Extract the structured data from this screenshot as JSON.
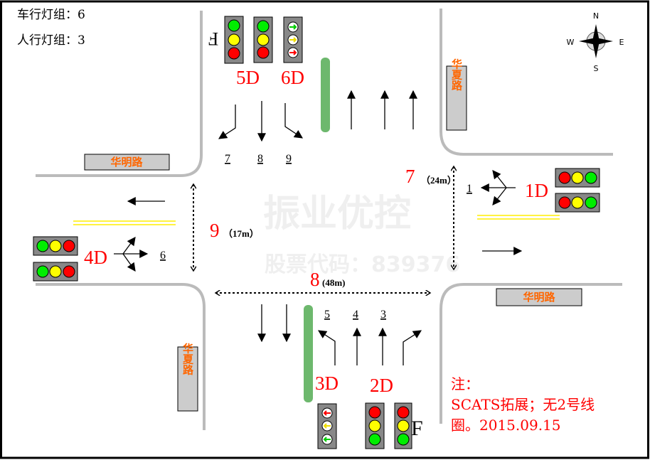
{
  "header": {
    "vehicle_groups": "车行灯组：6",
    "ped_groups": "人行灯组：3"
  },
  "roads": {
    "west": "华明路",
    "east": "华明路",
    "north": "华夏路",
    "south": "华夏路"
  },
  "compass": {
    "n": "N",
    "s": "S",
    "e": "E",
    "w": "W"
  },
  "phases": {
    "p1": "1D",
    "p2": "2D",
    "p3": "3D",
    "p4": "4D",
    "p5": "5D",
    "p6": "6D"
  },
  "lanes": {
    "l1": "1",
    "l3": "3",
    "l4": "4",
    "l5": "5",
    "l6": "6",
    "l7": "7",
    "l8": "8",
    "l9": "9"
  },
  "crossings": {
    "c7": {
      "id": "7",
      "len": "（24m）"
    },
    "c9": {
      "id": "9",
      "len": "（17m）"
    },
    "c8": {
      "id": "8",
      "len": "(48m)"
    }
  },
  "ped_marks": {
    "top": "F",
    "bottom": "F"
  },
  "note": {
    "title": "注：",
    "line1": "SCATS拓展；无2号线",
    "line2": "圈。2015.09.15"
  },
  "watermark": {
    "name": "振业优控",
    "code": "股票代码：839376"
  },
  "colors": {
    "red": "#ff0000",
    "yellow": "#ffff00",
    "green": "#00ee00",
    "median": "#6db86d",
    "road_name": "#ff6600"
  }
}
